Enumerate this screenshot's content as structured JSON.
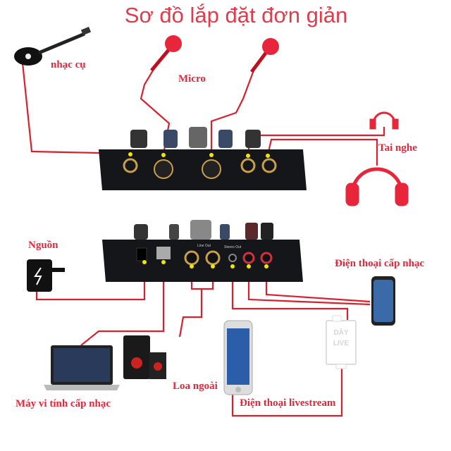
{
  "title": "Sơ đồ lắp đặt đơn giản",
  "labels": {
    "instrument": "nhạc cụ",
    "micro": "Micro",
    "headphones": "Tai nghe",
    "power": "Nguồn",
    "phone_music": "Điện thoại cấp nhạc",
    "computer": "Máy vi tính cấp nhạc",
    "speaker": "Loa ngoài",
    "phone_live": "Điện thoại livestream"
  },
  "device_labels": {
    "line_out": "Line Out",
    "stereo_out": "Stereo Out"
  },
  "live_cable": {
    "line1": "DÂY",
    "line2": "LIVE"
  },
  "colors": {
    "accent": "#e8253a",
    "cable": "#d9202f",
    "device": "#15161a",
    "port": "#f2e600"
  }
}
